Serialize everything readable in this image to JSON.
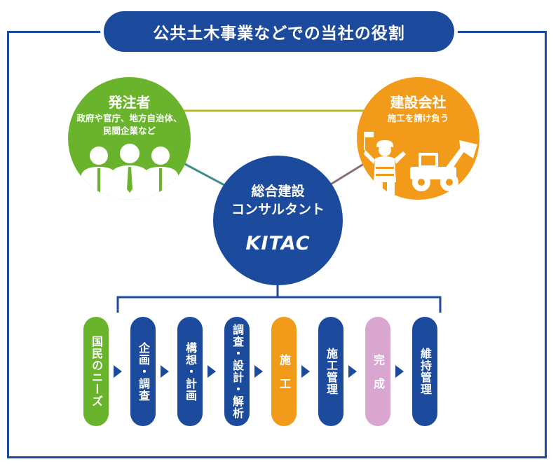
{
  "title": "公共土木事業などでの当社の役割",
  "client": {
    "title": "発注者",
    "sub_line1": "政府や官庁、地方自治体、",
    "sub_line2": "民間企業など"
  },
  "contractor": {
    "title": "建設会社",
    "sub": "施工を請け負う"
  },
  "consultant": {
    "title_line1": "総合建設",
    "title_line2": "コンサルタント",
    "logo": "KITAC"
  },
  "steps": [
    {
      "label": "国民のニーズ",
      "color": "#6ab42d"
    },
    {
      "label": "企画・調査",
      "color": "#1c4a9c"
    },
    {
      "label": "構想・計画",
      "color": "#1c4a9c"
    },
    {
      "label": "調査・設計・解析",
      "color": "#1c4a9c"
    },
    {
      "label": "施　工",
      "color": "#f29a1a"
    },
    {
      "label": "施工管理",
      "color": "#1c4a9c"
    },
    {
      "label": "完　成",
      "color": "#d8a6cf"
    },
    {
      "label": "維持管理",
      "color": "#1c4a9c"
    }
  ],
  "colors": {
    "navy": "#1c4a9c",
    "green": "#6ab42d",
    "orange": "#f29a1a",
    "pink": "#d8a6cf",
    "olive": "#b9b82a",
    "teal": "#3f8f8a",
    "mauve": "#8a6f73"
  },
  "icons": {
    "people": "people-icon",
    "worker": "worker-icon",
    "loader": "wheel-loader-icon"
  }
}
